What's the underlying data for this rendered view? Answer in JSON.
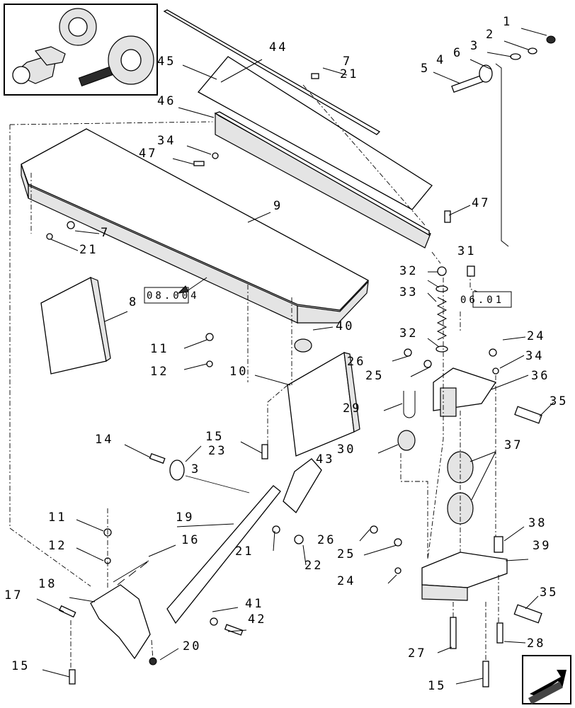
{
  "labels": {
    "l1": "1",
    "l2": "2",
    "l3": "3",
    "l4": "4",
    "l5": "5",
    "l6": "6",
    "l7a": "7",
    "l21a": "21",
    "l44": "44",
    "l45": "45",
    "l46": "46",
    "l34a": "34",
    "l47a": "47",
    "l47b": "47",
    "l9": "9",
    "l7b": "7",
    "l21b": "21",
    "l31": "31",
    "l32a": "32",
    "l33": "33",
    "l32b": "32",
    "l8": "8",
    "l40": "40",
    "l11a": "11",
    "l12a": "12",
    "l10": "10",
    "l24a": "24",
    "l34b": "34",
    "l36": "36",
    "l26a": "26",
    "l25a": "25",
    "l29": "29",
    "l35a": "35",
    "l37": "37",
    "l30": "30",
    "l43": "43",
    "l14": "14",
    "l15a": "15",
    "l23": "23",
    "l3b": "3",
    "l19": "19",
    "l11b": "11",
    "l16": "16",
    "l12b": "12",
    "l21c": "21",
    "l22": "22",
    "l26b": "26",
    "l25b": "25",
    "l38": "38",
    "l39": "39",
    "l24b": "24",
    "l17": "17",
    "l18": "18",
    "l41": "41",
    "l42": "42",
    "l20": "20",
    "l35b": "35",
    "l27": "27",
    "l28": "28",
    "l15b": "15",
    "l15c": "15"
  },
  "refs": {
    "r1": "08.004",
    "r2": "06.01"
  },
  "icons": {
    "thumbnail": "assembly-thumbnail-icon",
    "nav": "next-page-arrow-icon"
  }
}
